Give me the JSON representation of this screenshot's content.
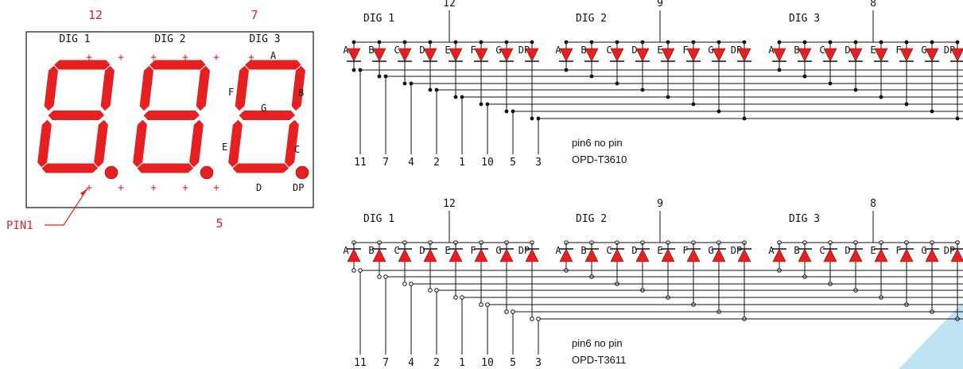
{
  "display": {
    "top_pins": [
      "12",
      "7"
    ],
    "bottom_pin": "5",
    "digit_labels": [
      "DIG 1",
      "DIG 2",
      "DIG 3"
    ],
    "segment_labels": {
      "a": "A",
      "b": "B",
      "c": "C",
      "d": "D",
      "e": "E",
      "f": "F",
      "g": "G",
      "dp": "DP"
    },
    "plus_sign": "+",
    "pin1_label": "PIN1"
  },
  "schematics": [
    {
      "id": "T3610",
      "orientation": "down",
      "common_pins": [
        "12",
        "9",
        "8"
      ],
      "digit_labels": [
        "DIG 1",
        "DIG 2",
        "DIG 3"
      ],
      "segment_labels": [
        "A",
        "B",
        "C",
        "D",
        "E",
        "F",
        "G",
        "DP"
      ],
      "bottom_pins": [
        "11",
        "7",
        "4",
        "2",
        "1",
        "10",
        "5",
        "3"
      ],
      "note": "pin6 no pin",
      "part_number": "OPD-T3610"
    },
    {
      "id": "T3611",
      "orientation": "up",
      "common_pins": [
        "12",
        "9",
        "8"
      ],
      "digit_labels": [
        "DIG 1",
        "DIG 2",
        "DIG 3"
      ],
      "segment_labels": [
        "A",
        "B",
        "C",
        "D",
        "E",
        "F",
        "G",
        "DP"
      ],
      "bottom_pins": [
        "11",
        "7",
        "4",
        "2",
        "1",
        "10",
        "5",
        "3"
      ],
      "note": "pin6 no pin",
      "part_number": "OPD-T3611"
    }
  ],
  "colors": {
    "segment": "#e62020",
    "label": "#e32222",
    "wire": "#111111",
    "watermark": "#bfe2f5"
  }
}
